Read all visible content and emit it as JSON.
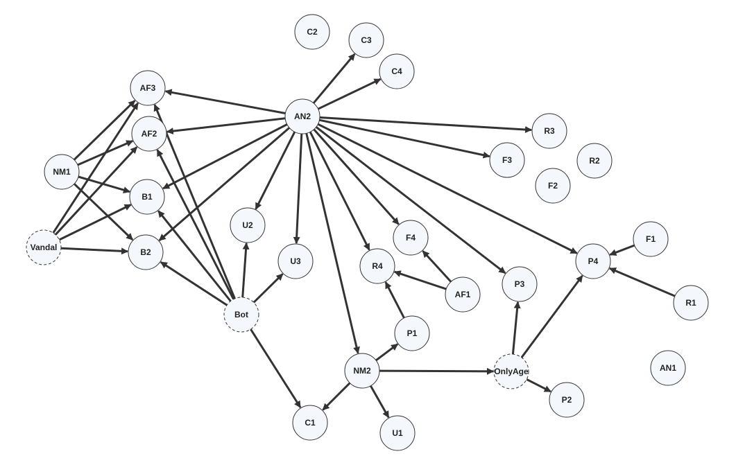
{
  "colors": {
    "node_fill": "#f4f8fc",
    "node_stroke": "#333333",
    "edge": "#333333",
    "label": "#222222"
  },
  "nodes": [
    {
      "id": "C2",
      "label": "C2",
      "style": "solid"
    },
    {
      "id": "C3",
      "label": "C3",
      "style": "solid"
    },
    {
      "id": "C4",
      "label": "C4",
      "style": "solid"
    },
    {
      "id": "AF3",
      "label": "AF3",
      "style": "solid"
    },
    {
      "id": "AN2",
      "label": "AN2",
      "style": "solid"
    },
    {
      "id": "AF2",
      "label": "AF2",
      "style": "solid"
    },
    {
      "id": "R3",
      "label": "R3",
      "style": "solid"
    },
    {
      "id": "F3",
      "label": "F3",
      "style": "solid"
    },
    {
      "id": "R2",
      "label": "R2",
      "style": "solid"
    },
    {
      "id": "NM1",
      "label": "NM1",
      "style": "solid"
    },
    {
      "id": "F2",
      "label": "F2",
      "style": "solid"
    },
    {
      "id": "B1",
      "label": "B1",
      "style": "solid"
    },
    {
      "id": "U2",
      "label": "U2",
      "style": "solid"
    },
    {
      "id": "F4",
      "label": "F4",
      "style": "solid"
    },
    {
      "id": "F1",
      "label": "F1",
      "style": "solid"
    },
    {
      "id": "Vandal",
      "label": "Vandal",
      "style": "dashed"
    },
    {
      "id": "B2",
      "label": "B2",
      "style": "solid"
    },
    {
      "id": "U3",
      "label": "U3",
      "style": "solid"
    },
    {
      "id": "R4",
      "label": "R4",
      "style": "solid"
    },
    {
      "id": "P4",
      "label": "P4",
      "style": "solid"
    },
    {
      "id": "P3",
      "label": "P3",
      "style": "solid"
    },
    {
      "id": "AF1",
      "label": "AF1",
      "style": "solid"
    },
    {
      "id": "R1",
      "label": "R1",
      "style": "solid"
    },
    {
      "id": "Bot",
      "label": "Bot",
      "style": "dashed"
    },
    {
      "id": "P1",
      "label": "P1",
      "style": "solid"
    },
    {
      "id": "AN1",
      "label": "AN1",
      "style": "solid"
    },
    {
      "id": "NM2",
      "label": "NM2",
      "style": "solid"
    },
    {
      "id": "OnlyAge",
      "label": "OnlyAge",
      "style": "dashed"
    },
    {
      "id": "P2",
      "label": "P2",
      "style": "solid"
    },
    {
      "id": "C1",
      "label": "C1",
      "style": "solid"
    },
    {
      "id": "U1",
      "label": "U1",
      "style": "solid"
    }
  ],
  "edges": [
    {
      "from": "AN2",
      "to": "C3"
    },
    {
      "from": "AN2",
      "to": "C4"
    },
    {
      "from": "AN2",
      "to": "AF3"
    },
    {
      "from": "AN2",
      "to": "AF2"
    },
    {
      "from": "AN2",
      "to": "R3"
    },
    {
      "from": "AN2",
      "to": "F3"
    },
    {
      "from": "AN2",
      "to": "B1"
    },
    {
      "from": "AN2",
      "to": "B2"
    },
    {
      "from": "AN2",
      "to": "U2"
    },
    {
      "from": "AN2",
      "to": "U3"
    },
    {
      "from": "AN2",
      "to": "R4"
    },
    {
      "from": "AN2",
      "to": "F4"
    },
    {
      "from": "AN2",
      "to": "P3"
    },
    {
      "from": "AN2",
      "to": "P4"
    },
    {
      "from": "AN2",
      "to": "NM2"
    },
    {
      "from": "NM1",
      "to": "AF3"
    },
    {
      "from": "NM1",
      "to": "AF2"
    },
    {
      "from": "NM1",
      "to": "B1"
    },
    {
      "from": "NM1",
      "to": "B2"
    },
    {
      "from": "Vandal",
      "to": "AF3"
    },
    {
      "from": "Vandal",
      "to": "AF2"
    },
    {
      "from": "Vandal",
      "to": "B1"
    },
    {
      "from": "Vandal",
      "to": "B2"
    },
    {
      "from": "Bot",
      "to": "AF3"
    },
    {
      "from": "Bot",
      "to": "AF2"
    },
    {
      "from": "Bot",
      "to": "B1"
    },
    {
      "from": "Bot",
      "to": "B2"
    },
    {
      "from": "Bot",
      "to": "U2"
    },
    {
      "from": "Bot",
      "to": "U3"
    },
    {
      "from": "Bot",
      "to": "C1"
    },
    {
      "from": "AF1",
      "to": "F4"
    },
    {
      "from": "AF1",
      "to": "R4"
    },
    {
      "from": "P1",
      "to": "R4"
    },
    {
      "from": "NM2",
      "to": "P1"
    },
    {
      "from": "NM2",
      "to": "OnlyAge"
    },
    {
      "from": "NM2",
      "to": "C1"
    },
    {
      "from": "NM2",
      "to": "U1"
    },
    {
      "from": "OnlyAge",
      "to": "P3"
    },
    {
      "from": "OnlyAge",
      "to": "P4"
    },
    {
      "from": "OnlyAge",
      "to": "P2"
    },
    {
      "from": "F1",
      "to": "P4"
    },
    {
      "from": "R1",
      "to": "P4"
    }
  ]
}
